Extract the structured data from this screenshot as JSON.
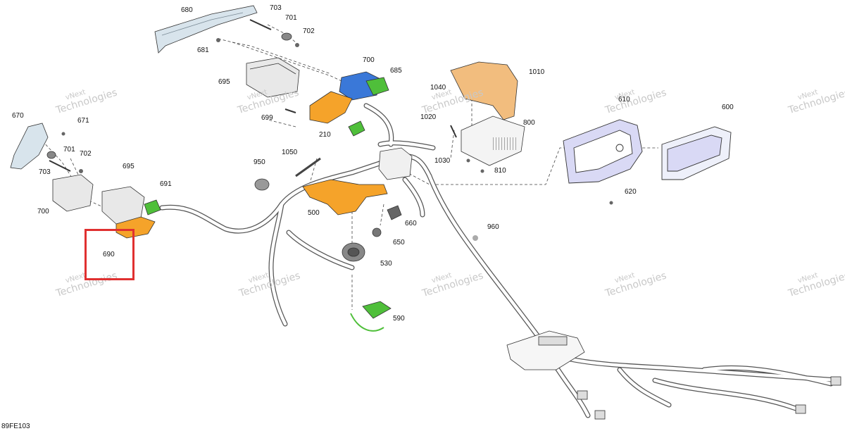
{
  "figure_code": "89FE103",
  "watermark": {
    "line1": "vNext",
    "line2": "Technologies"
  },
  "watermark_full": "vNext Technologies",
  "highlight": {
    "part": "690",
    "color": "#e03030"
  },
  "colors": {
    "part_orange": "#f5a32a",
    "part_blue": "#3a78d8",
    "part_green": "#4fbf3a",
    "bracket_tan": "#f2bd7e",
    "cluster_lavender": "#d9d9f5",
    "outline": "#333333"
  },
  "callouts": [
    {
      "id": "c680",
      "text": "680"
    },
    {
      "id": "c703a",
      "text": "703"
    },
    {
      "id": "c701a",
      "text": "701"
    },
    {
      "id": "c702a",
      "text": "702"
    },
    {
      "id": "c681",
      "text": "681"
    },
    {
      "id": "c700a",
      "text": "700"
    },
    {
      "id": "c685",
      "text": "685"
    },
    {
      "id": "c695a",
      "text": "695"
    },
    {
      "id": "c1010",
      "text": "1010"
    },
    {
      "id": "c1040",
      "text": "1040"
    },
    {
      "id": "c699",
      "text": "699"
    },
    {
      "id": "c1020",
      "text": "1020"
    },
    {
      "id": "c800",
      "text": "800"
    },
    {
      "id": "c210",
      "text": "210"
    },
    {
      "id": "c1030",
      "text": "1030"
    },
    {
      "id": "c810",
      "text": "810"
    },
    {
      "id": "c610",
      "text": "610"
    },
    {
      "id": "c600",
      "text": "600"
    },
    {
      "id": "c620",
      "text": "620"
    },
    {
      "id": "c670",
      "text": "670"
    },
    {
      "id": "c671",
      "text": "671"
    },
    {
      "id": "c701b",
      "text": "701"
    },
    {
      "id": "c702b",
      "text": "702"
    },
    {
      "id": "c703b",
      "text": "703"
    },
    {
      "id": "c695b",
      "text": "695"
    },
    {
      "id": "c691",
      "text": "691"
    },
    {
      "id": "c700b",
      "text": "700"
    },
    {
      "id": "c690",
      "text": "690"
    },
    {
      "id": "c1050",
      "text": "1050"
    },
    {
      "id": "c950",
      "text": "950"
    },
    {
      "id": "c500",
      "text": "500"
    },
    {
      "id": "c660",
      "text": "660"
    },
    {
      "id": "c650",
      "text": "650"
    },
    {
      "id": "c960",
      "text": "960"
    },
    {
      "id": "c530",
      "text": "530"
    },
    {
      "id": "c590",
      "text": "590"
    }
  ]
}
